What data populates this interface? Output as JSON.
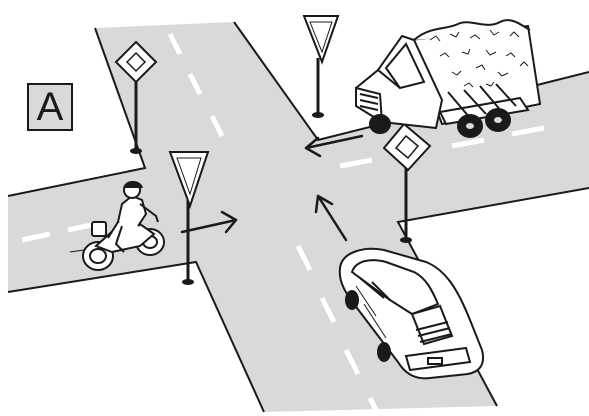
{
  "scenario_label": "A",
  "colors": {
    "road": "#d9d9d9",
    "outline": "#1a1a1a",
    "marking": "#ffffff",
    "label_bg": "#d9d9d9"
  },
  "signs": [
    {
      "name": "priority-road-sign",
      "icon": "diamond-sign"
    },
    {
      "name": "yield-sign",
      "icon": "inverted-triangle-sign"
    }
  ],
  "vehicles": [
    "dump-truck",
    "motorcycle-with-rider",
    "car"
  ]
}
